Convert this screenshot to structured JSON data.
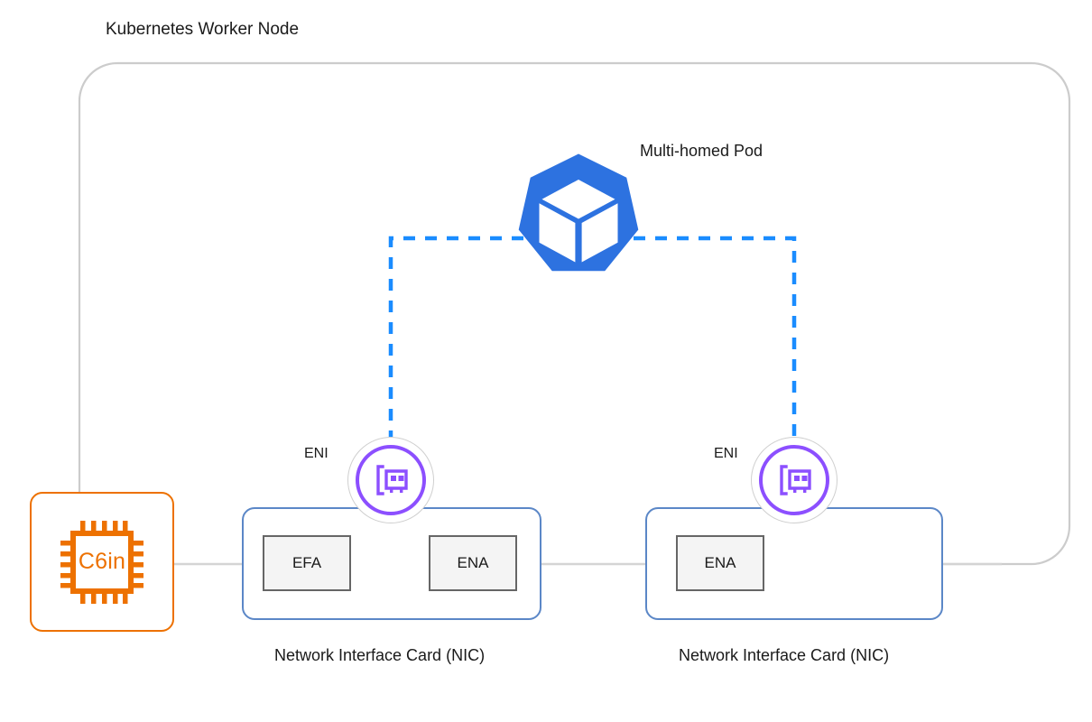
{
  "diagram": {
    "type": "architecture-diagram",
    "title": "Kubernetes Worker Node"
  },
  "node": {
    "title": "Kubernetes Worker Node",
    "border_color": "#cccccc"
  },
  "pod": {
    "label": "Multi-homed Pod",
    "icon": "kubernetes-pod-icon",
    "color": "#2D72E0",
    "connections": [
      {
        "from": "multi-homed-pod",
        "to": "eni-left",
        "style": "dashed",
        "color": "#1A8CFF"
      },
      {
        "from": "multi-homed-pod",
        "to": "eni-right",
        "style": "dashed",
        "color": "#1A8CFF"
      }
    ]
  },
  "instance": {
    "label": "C6in",
    "icon": "cpu-chip-icon",
    "color": "#ED7100"
  },
  "enis": [
    {
      "label": "ENI",
      "icon": "network-interface-card-icon",
      "color": "#8C4FFF"
    },
    {
      "label": "ENI",
      "icon": "network-interface-card-icon",
      "color": "#8C4FFF"
    }
  ],
  "nics": [
    {
      "caption": "Network Interface Card (NIC)",
      "border_color": "#5B87C7",
      "interfaces": [
        {
          "label": "EFA"
        },
        {
          "label": "ENA"
        }
      ]
    },
    {
      "caption": "Network Interface Card (NIC)",
      "border_color": "#5B87C7",
      "interfaces": [
        {
          "label": "ENA"
        }
      ]
    }
  ],
  "connectors": {
    "color": "#d0d0d0",
    "links": [
      {
        "from": "c6in-instance",
        "to": "nic-left"
      },
      {
        "from": "nic-left",
        "to": "nic-right"
      },
      {
        "from": "nic-right",
        "to": "worker-node-boundary"
      }
    ]
  }
}
